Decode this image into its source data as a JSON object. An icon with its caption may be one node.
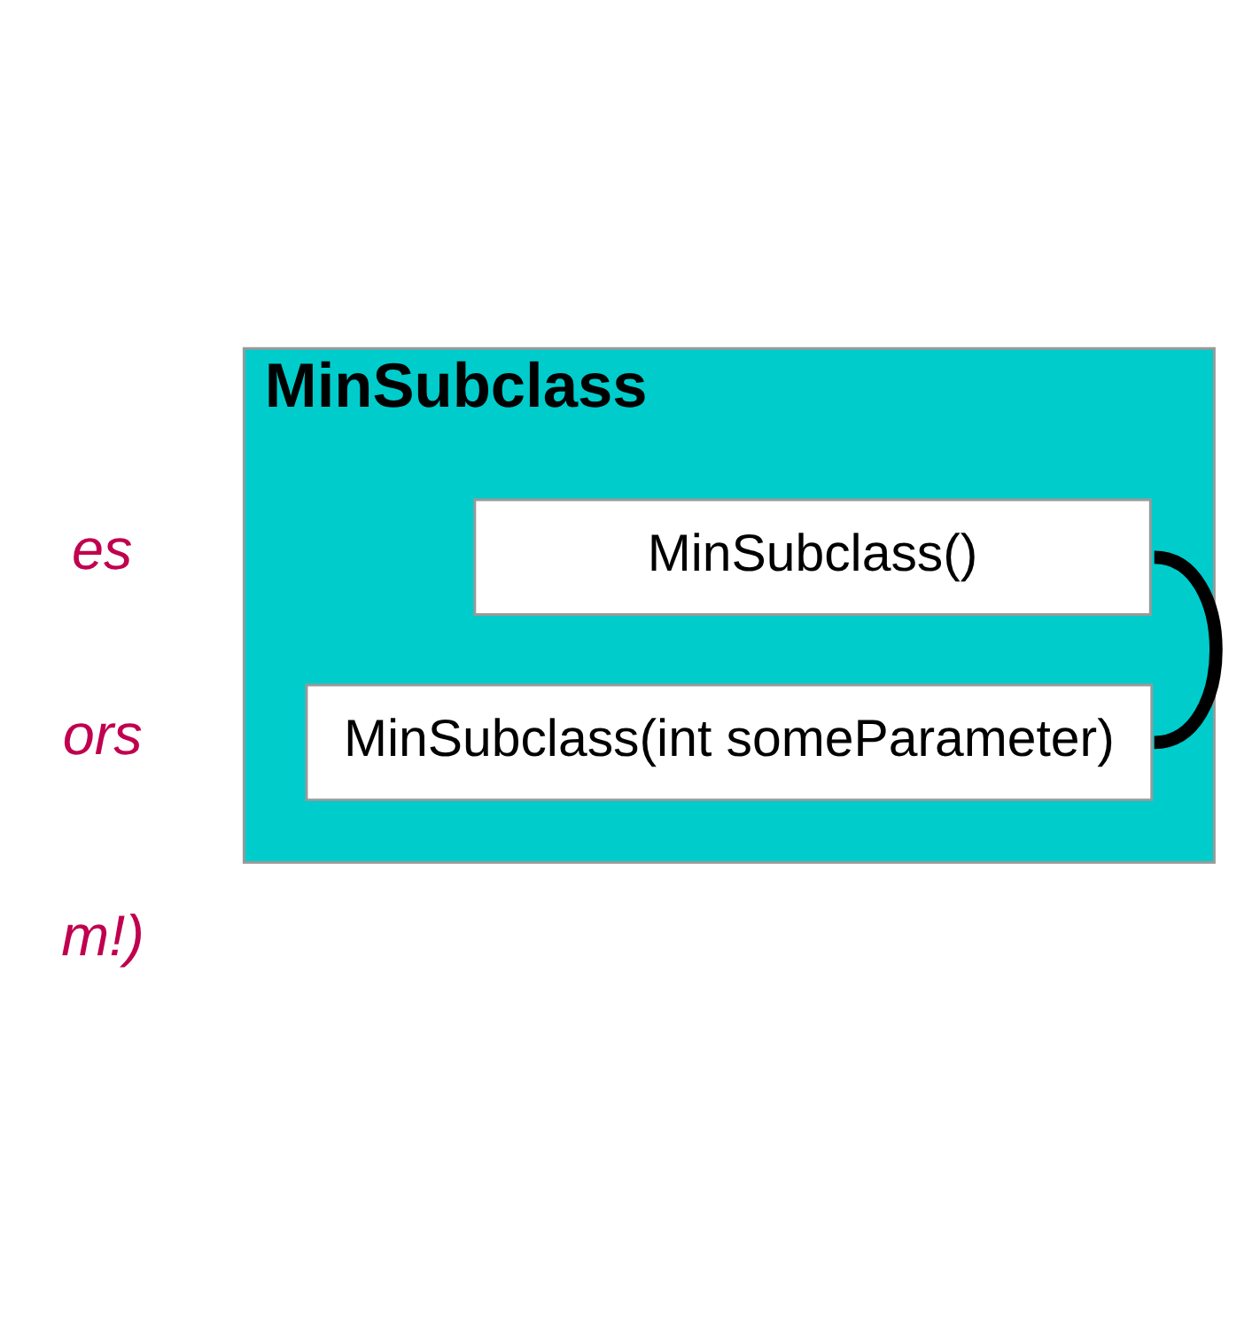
{
  "diagram": {
    "nodes": [
      {
        "text": [
          "MinSubclass"
        ]
      },
      {
        "text": [
          "MinSubclass()"
        ],
        "in": 0
      },
      {
        "text": [
          "MinSubclass(int someParameter)"
        ],
        "in": 0
      }
    ],
    "edges": [
      {
        "from": 1,
        "to": 2,
        "arrow": "none"
      }
    ],
    "labels": [
      "es",
      "ors",
      "m!)"
    ]
  }
}
